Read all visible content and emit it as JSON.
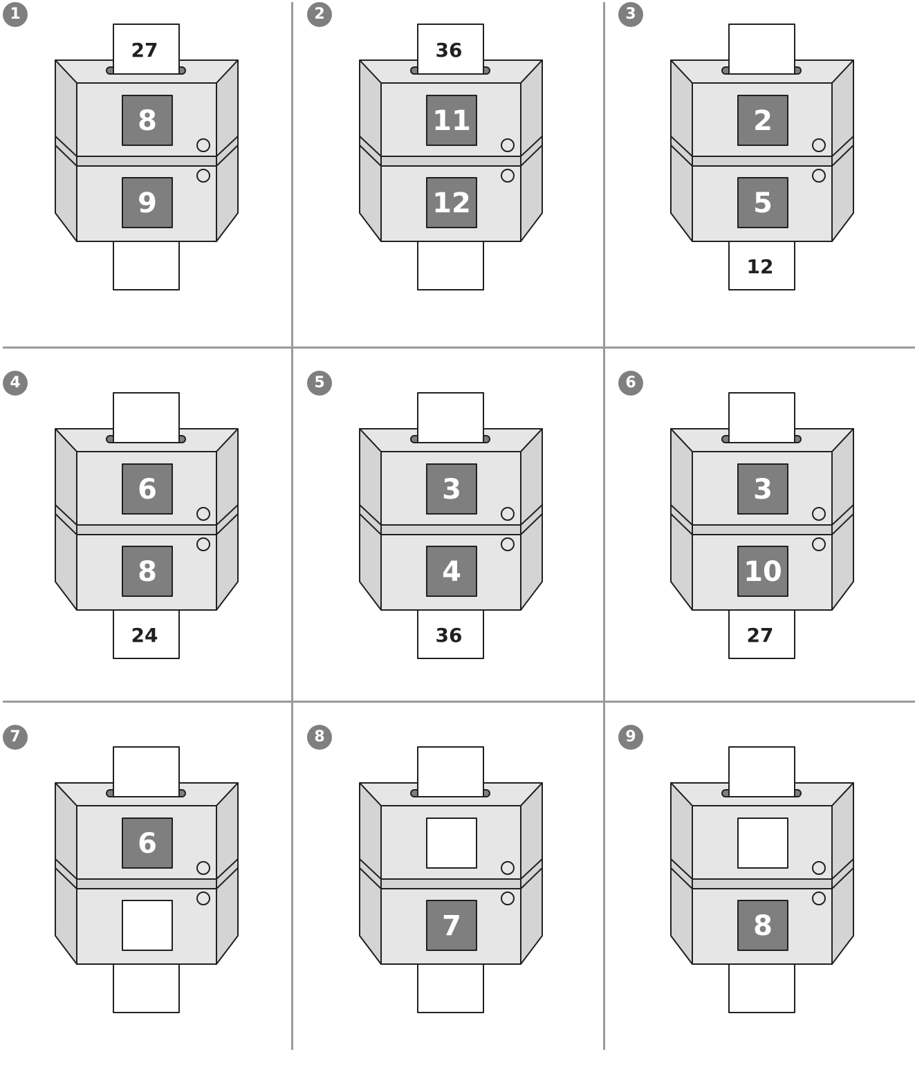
{
  "machines": [
    {
      "number": "1",
      "input": "27",
      "top": "8",
      "bottom": "9",
      "output": ""
    },
    {
      "number": "2",
      "input": "36",
      "top": "11",
      "bottom": "12",
      "output": ""
    },
    {
      "number": "3",
      "input": "",
      "top": "2",
      "bottom": "5",
      "output": "12"
    },
    {
      "number": "4",
      "input": "",
      "top": "6",
      "bottom": "8",
      "output": "24"
    },
    {
      "number": "5",
      "input": "",
      "top": "3",
      "bottom": "4",
      "output": "36"
    },
    {
      "number": "6",
      "input": "",
      "top": "3",
      "bottom": "10",
      "output": "27"
    },
    {
      "number": "7",
      "input": "",
      "top": "6",
      "bottom": "",
      "output": ""
    },
    {
      "number": "8",
      "input": "",
      "top": "",
      "bottom": "7",
      "output": ""
    },
    {
      "number": "9",
      "input": "",
      "top": "",
      "bottom": "8",
      "output": ""
    }
  ],
  "colors": {
    "badge": "#7f7f7f",
    "window_filled": "#7f7f7f",
    "window_empty": "#ffffff",
    "body_face": "#e6e6e6",
    "body_side": "#d4d4d4",
    "divider": "#9a9a9a",
    "outline": "#231f20"
  }
}
